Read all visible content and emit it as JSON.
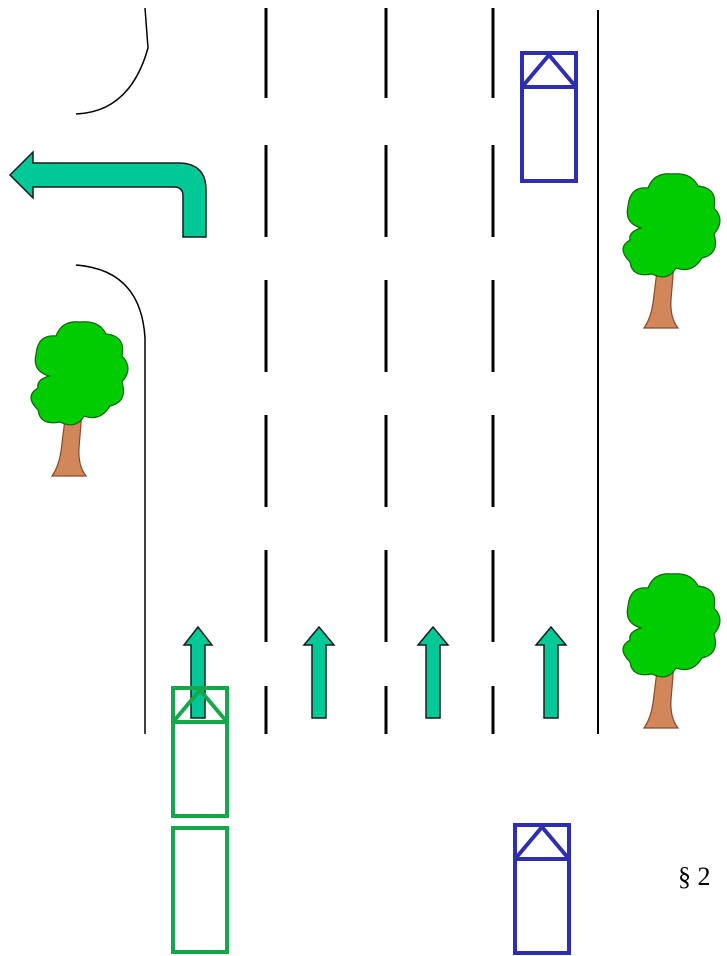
{
  "caption": "§ 2",
  "colors": {
    "background": "#ffffff",
    "road_line": "#000000",
    "arrow_fill": "#00c896",
    "arrow_stroke": "#1a1a1a",
    "vehicle_green": "#13a84a",
    "vehicle_blue": "#2e2eb0",
    "tree_foliage": "#00cc00",
    "tree_trunk": "#d2875a"
  },
  "elements": {
    "left_turn_arrow": "left-turn-arrow",
    "straight_arrows": 4,
    "dashed_lane_lines": 3,
    "trees": 3,
    "vehicles": [
      "green-car-front",
      "green-trailer",
      "blue-car-oncoming",
      "blue-car-bottom"
    ]
  }
}
